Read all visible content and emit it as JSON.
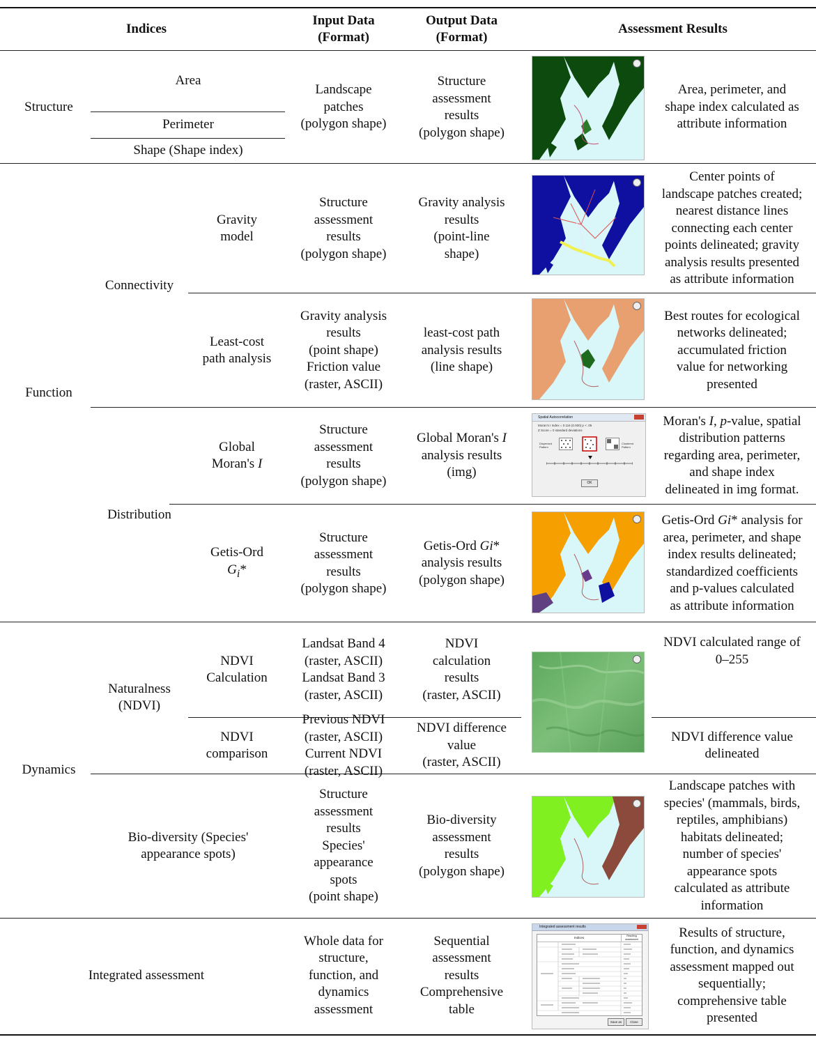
{
  "headers": {
    "indices": "Indices",
    "input_l1": "Input Data",
    "input_l2": "(Format)",
    "output_l1": "Output Data",
    "output_l2": "(Format)",
    "results": "Assessment Results"
  },
  "structure": {
    "group": "Structure",
    "area": "Area",
    "perimeter": "Perimeter",
    "shape": "Shape (Shape index)",
    "input": [
      "Landscape",
      "patches",
      "(polygon shape)"
    ],
    "output": [
      "Structure",
      "assessment",
      "results",
      "(polygon shape)"
    ],
    "result": [
      "Area, perimeter, and",
      "shape index calculated as",
      "attribute information"
    ]
  },
  "function": {
    "group": "Function",
    "connectivity": "Connectivity",
    "distribution": "Distribution",
    "gravity": {
      "name": [
        "Gravity",
        "model"
      ],
      "input": [
        "Structure",
        "assessment",
        "results",
        "(polygon shape)"
      ],
      "output": [
        "Gravity analysis",
        "results",
        "(point-line",
        "shape)"
      ],
      "result": [
        "Center points of",
        "landscape patches created;",
        "nearest distance lines",
        "connecting each center",
        "points delineated; gravity",
        "analysis results presented",
        "as attribute information"
      ]
    },
    "leastcost": {
      "name": [
        "Least-cost",
        "path analysis"
      ],
      "input": [
        "Gravity analysis",
        "results",
        "(point shape)",
        "Friction value",
        "(raster, ASCII)"
      ],
      "output": [
        "least-cost path",
        "analysis results",
        "(line shape)"
      ],
      "result": [
        "Best routes for ecological",
        "networks delineated;",
        "accumulated friction",
        "value for networking",
        "presented"
      ]
    },
    "moran": {
      "name_l1": "Global",
      "name_l2_pre": "Moran's ",
      "name_l2_it": "I",
      "input": [
        "Structure",
        "assessment",
        "results",
        "(polygon shape)"
      ],
      "output_l1_pre": "Global Moran's ",
      "output_l1_it": "I",
      "output": [
        "analysis results",
        "(img)"
      ],
      "result_l1_a": "Moran's ",
      "result_l1_b": "I",
      "result_l1_c": ", ",
      "result_l1_d": "p",
      "result_l1_e": "-value, spatial",
      "result": [
        "distribution patterns",
        "regarding area, perimeter,",
        "and shape index",
        "delineated in img format."
      ],
      "dialog": {
        "title": "Spatial Autocorrelation",
        "line1": "Moran's I Index = 0.116 (0.000) p < .05",
        "line2": "Z Score = 0 standard deviations",
        "dispersed": "Dispersed Pattern",
        "clustered": "Clustered Pattern",
        "ok": "OK"
      }
    },
    "getis": {
      "name_l1": "Getis-Ord",
      "name_l2_it": "G",
      "name_l2_sub": "i",
      "name_l2_post": "*",
      "input": [
        "Structure",
        "assessment",
        "results",
        "(polygon shape)"
      ],
      "output_l1_pre": "Getis-Ord ",
      "output_l1_it": "Gi",
      "output_l1_post": "*",
      "output": [
        "analysis results",
        "(polygon shape)"
      ],
      "result_l1_pre": "Getis-Ord ",
      "result_l1_it": "Gi",
      "result_l1_post": "* analysis for",
      "result": [
        "area, perimeter, and shape",
        "index results delineated;",
        "standardized coefficients",
        "and p-values calculated",
        "as attribute information"
      ]
    }
  },
  "dynamics": {
    "group": "Dynamics",
    "naturalness": [
      "Naturalness",
      "(NDVI)"
    ],
    "ndvi_calc": {
      "name": [
        "NDVI",
        "Calculation"
      ],
      "input": [
        "Landsat Band 4",
        "(raster, ASCII)",
        "Landsat Band 3",
        "(raster, ASCII)"
      ],
      "output": [
        "NDVI",
        "calculation",
        "results",
        "(raster, ASCII)"
      ],
      "result": [
        "NDVI calculated range of",
        "0–255"
      ]
    },
    "ndvi_comp": {
      "name": [
        "NDVI",
        "comparison"
      ],
      "input": [
        "Previous NDVI",
        "(raster, ASCII)",
        "Current NDVI",
        "(raster, ASCII)"
      ],
      "output": [
        "NDVI difference",
        "value",
        "(raster, ASCII)"
      ],
      "result": [
        "NDVI difference value",
        "delineated"
      ]
    },
    "biodiv": {
      "name": [
        "Bio-diversity (Species'",
        "appearance spots)"
      ],
      "input": [
        "Structure",
        "assessment",
        "results",
        "Species'",
        "appearance",
        "spots",
        "(point shape)"
      ],
      "output": [
        "Bio-diversity",
        "assessment",
        "results",
        "(polygon shape)"
      ],
      "result": [
        "Landscape patches with",
        "species' (mammals, birds,",
        "reptiles, amphibians)",
        "habitats delineated;",
        "number of species'",
        "appearance spots",
        "calculated as attribute",
        "information"
      ]
    }
  },
  "integrated": {
    "name": "Integrated assessment",
    "input": [
      "Whole data for",
      "structure,",
      "function, and",
      "dynamics",
      "assessment"
    ],
    "output": [
      "Sequential",
      "assessment",
      "results",
      "Comprehensive",
      "table"
    ],
    "result": [
      "Results of structure,",
      "function, and dynamics",
      "assessment mapped out",
      "sequentially;",
      "comprehensive table",
      "presented"
    ],
    "window": {
      "title": "Integrated assessment results",
      "col1": "Indices",
      "col2": "Resulting assessment",
      "save": "Save as",
      "close": "Close"
    }
  },
  "colors": {
    "sea": "#d9f6f8",
    "forest_dark": "#0d4a0d",
    "gravity_blue": "#1010a0",
    "orange_light": "#e8a070",
    "orange": "#f5a000",
    "ndvi_green": "#6fb26f",
    "lime": "#80f020",
    "brown": "#8b4a3c"
  }
}
